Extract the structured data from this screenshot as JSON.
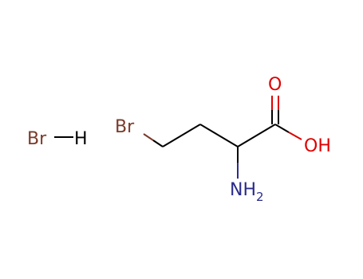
{
  "molecule": {
    "hbr": {
      "br_label": "Br",
      "h_label": "H"
    },
    "bromo_label": "Br",
    "carbonyl_o_label": "O",
    "hydroxyl_label": "OH",
    "amino": {
      "label": "NH",
      "subscript": "2"
    }
  },
  "colors": {
    "bromine": "#7a3a2a",
    "bond": "#000000",
    "oxygen": "#e00000",
    "nitrogen": "#2b2b8c"
  }
}
